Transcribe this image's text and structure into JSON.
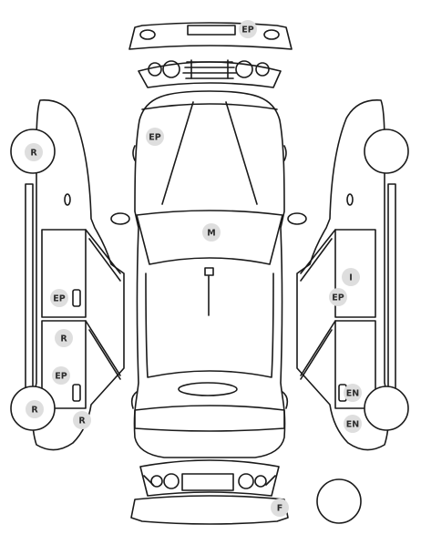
{
  "markers": {
    "rear_bumper": "EP",
    "roof": "EP",
    "windshield": "M",
    "left_front_wheel": "R",
    "left_front_door": "EP",
    "left_rear_door_upper": "R",
    "left_rear_door_lower": "EP",
    "left_rear_wheel": "R",
    "left_rocker": "R",
    "right_door_top": "I",
    "right_door_mid": "EP",
    "right_rear_door": "EN",
    "right_rocker": "EN",
    "front_bumper": "F"
  },
  "colors": {
    "line": "#1a1a1a",
    "marker_fill": "#dedede",
    "marker_text": "#2a2a2a"
  }
}
